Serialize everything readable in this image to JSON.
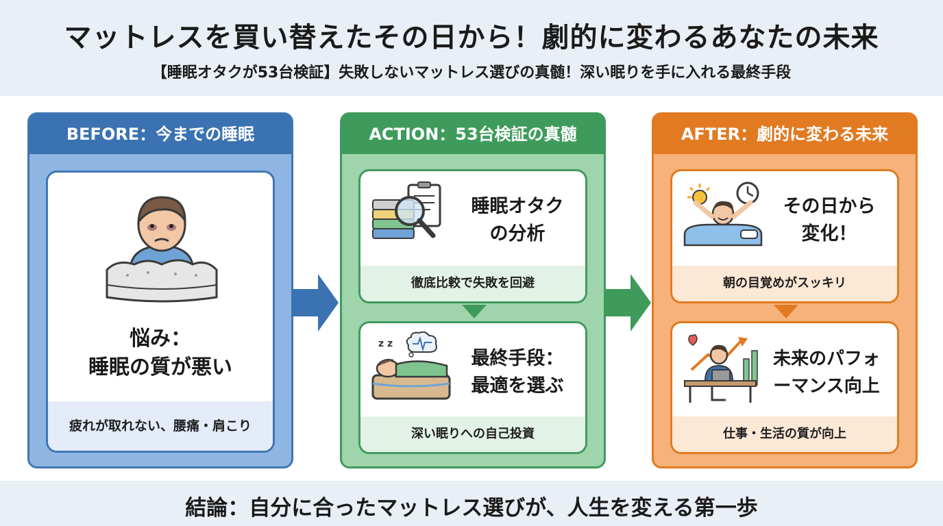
{
  "header": {
    "title": "マットレスを買い替えたその日から！劇的に変わるあなたの未来",
    "subtitle": "【睡眠オタクが53台検証】失敗しないマットレス選びの真髄！深い眠りを手に入れる最終手段"
  },
  "panels": {
    "before": {
      "heading": "BEFORE：今までの睡眠",
      "worry_line1": "悩み：",
      "worry_line2": "睡眠の質が悪い",
      "caption": "疲れが取れない、腰痛・肩こり"
    },
    "action": {
      "heading": "ACTION：53台検証の真髄",
      "card1": {
        "title_line1": "睡眠オタク",
        "title_line2": "の分析",
        "caption": "徹底比較で失敗を回避"
      },
      "card2": {
        "title_line1": "最終手段：",
        "title_line2": "最適を選ぶ",
        "caption": "深い眠りへの自己投資"
      }
    },
    "after": {
      "heading": "AFTER：劇的に変わる未来",
      "card1": {
        "title_line1": "その日から",
        "title_line2": "変化！",
        "caption": "朝の目覚めがスッキリ"
      },
      "card2": {
        "title_line1": "未来のパフォ",
        "title_line2": "ーマンス向上",
        "caption": "仕事・生活の質が向上"
      }
    }
  },
  "footer": {
    "conclusion": "結論：自分に合ったマットレス選びが、人生を変える第一歩"
  },
  "icons": {
    "before": "tired-person-on-mattress-icon",
    "action1": "magnifier-mattress-clipboard-icon",
    "action2": "sleeping-person-icon",
    "after1": "happy-waking-person-icon",
    "after2": "working-person-growth-icon"
  },
  "colors": {
    "before": "#3a72b2",
    "action": "#3f9b5b",
    "after": "#e27a22",
    "band": "#e9eff6"
  }
}
